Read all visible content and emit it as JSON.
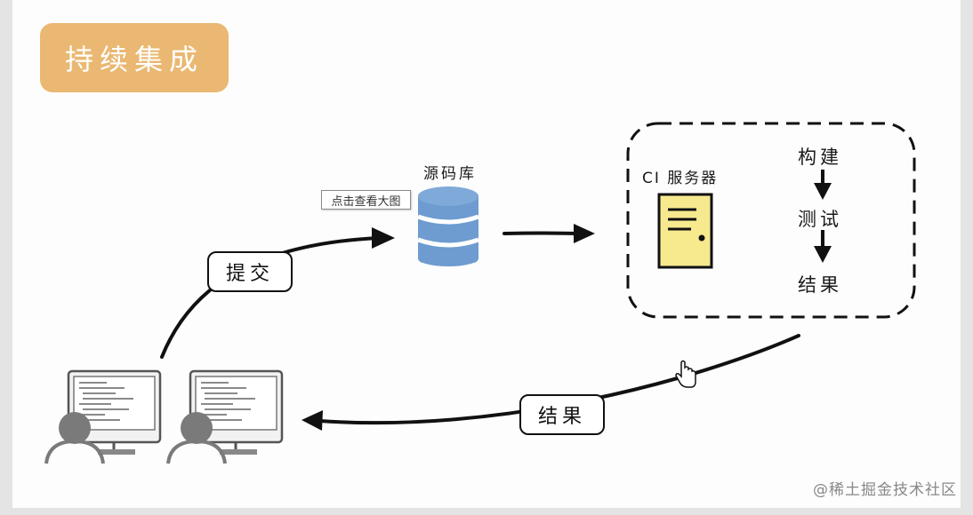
{
  "title": "持续集成",
  "nodes": {
    "repo_label": "源码库",
    "ci_label": "CI 服务器",
    "step_build": "构建",
    "step_test": "测试",
    "step_result": "结果"
  },
  "edges": {
    "commit_label": "提交",
    "result_label": "结果"
  },
  "tooltip": "点击查看大图",
  "watermark": "@稀土掘金技术社区",
  "colors": {
    "title_badge": "#eab872",
    "database": "#6e9bd0",
    "server_fill": "#f7e98e",
    "person": "#7a7a7a",
    "line": "#111111"
  }
}
